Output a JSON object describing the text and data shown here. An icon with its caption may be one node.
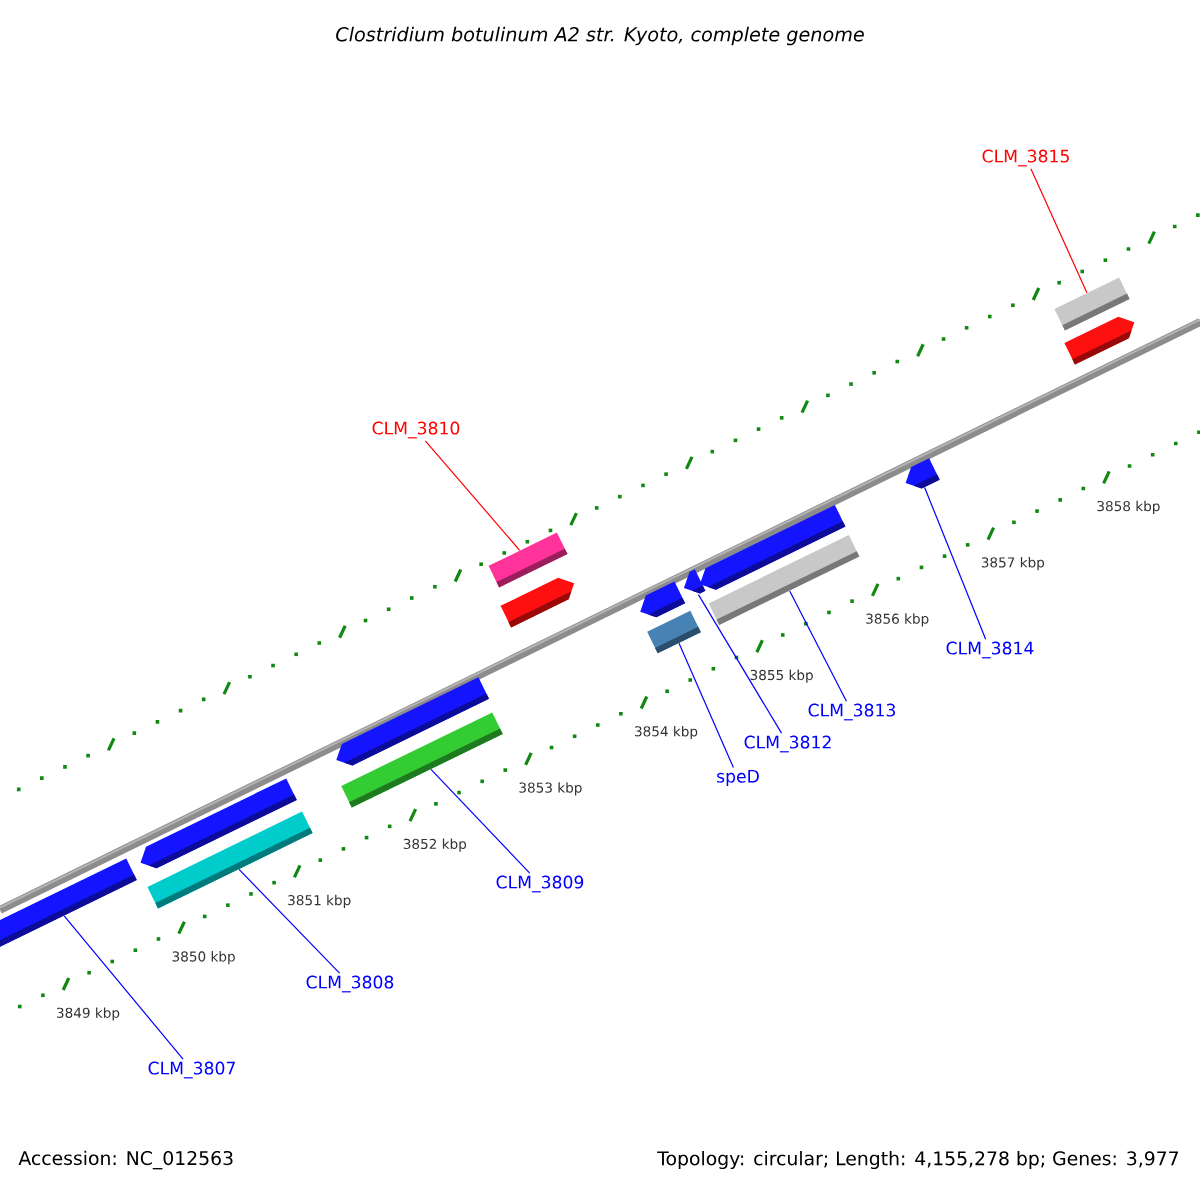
{
  "diagram": {
    "title": "Clostridium botulinum A2 str. Kyoto, complete genome",
    "nodes": [
      {
        "text": [
          "CLM_3815"
        ]
      },
      {
        "text": [],
        "shape": "bar"
      },
      {
        "text": [
          "CLM_3810"
        ]
      },
      {
        "text": [],
        "shape": "bar"
      },
      {
        "text": [],
        "shape": "arrow"
      },
      {
        "text": [],
        "shape": "arrow"
      },
      {
        "text": [],
        "shape": "bar"
      },
      {
        "text": [],
        "shape": "bar"
      },
      {
        "text": [],
        "shape": "bar"
      },
      {
        "text": [],
        "shape": "bar"
      },
      {
        "text": [],
        "shape": "arrow"
      },
      {
        "text": [
          "CLM_3814"
        ]
      },
      {
        "text": [
          "CLM_3813"
        ]
      },
      {
        "text": [
          "CLM_3812"
        ]
      },
      {
        "text": [
          "speD"
        ]
      },
      {
        "text": [
          "CLM_3809"
        ]
      },
      {
        "text": [
          "CLM_3808"
        ]
      },
      {
        "text": [
          "CLM_3807"
        ]
      }
    ],
    "edges": [
      {
        "from": 0,
        "to": 1,
        "arrow": "none",
        "color": "#ff0000"
      },
      {
        "from": 2,
        "to": 3,
        "arrow": "none",
        "color": "#ff0000"
      },
      {
        "from": 11,
        "to": 4,
        "arrow": "none"
      },
      {
        "from": 12,
        "to": 6,
        "arrow": "none"
      },
      {
        "from": 13,
        "to": 5,
        "arrow": "none"
      },
      {
        "from": 14,
        "to": 7,
        "arrow": "none"
      },
      {
        "from": 15,
        "to": 8,
        "arrow": "none"
      },
      {
        "from": 16,
        "to": 9,
        "arrow": "none"
      },
      {
        "from": 17,
        "to": 10,
        "arrow": "none"
      }
    ],
    "labels": [
      "3849 kbp",
      "3850 kbp",
      "3851 kbp",
      "3852 kbp",
      "3853 kbp",
      "3854 kbp",
      "3855 kbp",
      "3856 kbp",
      "3857 kbp",
      "3858 kbp",
      "Accession: NC_012563",
      "Topology: circular; Length: 4,155,278 bp; Genes: 3,977"
    ]
  }
}
